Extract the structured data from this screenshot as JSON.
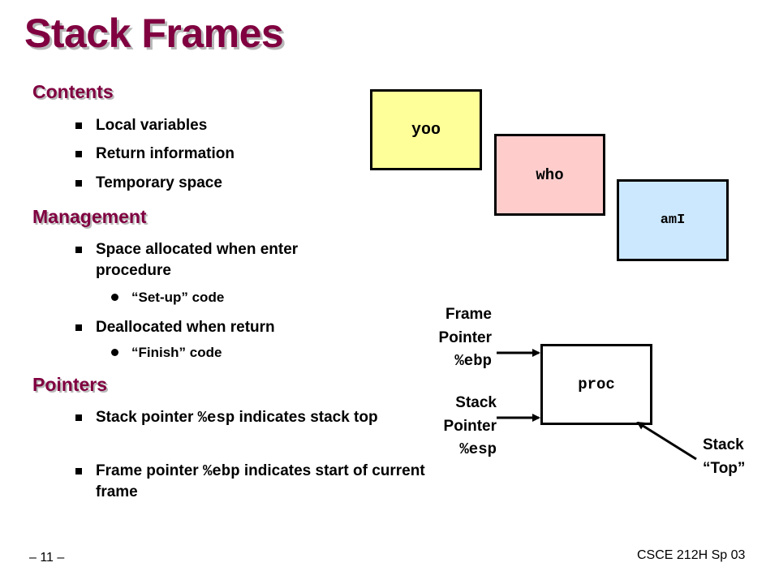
{
  "title": "Stack Frames",
  "sections": {
    "contents": {
      "heading": "Contents",
      "items": [
        "Local variables",
        "Return information",
        "Temporary space"
      ]
    },
    "management": {
      "heading": "Management",
      "item1": "Space allocated when enter procedure",
      "item1_sub": "“Set-up” code",
      "item2": "Deallocated when return",
      "item2_sub": "“Finish” code"
    },
    "pointers": {
      "heading": "Pointers",
      "item1_pre": "Stack pointer ",
      "item1_code": "%esp",
      "item1_post": " indicates stack top",
      "item2_pre": "Frame pointer ",
      "item2_code": "%ebp",
      "item2_post": " indicates start of current frame"
    }
  },
  "diagram": {
    "frames": [
      {
        "name": "yoo",
        "color": "#ffff99"
      },
      {
        "name": "who",
        "color": "#ffcccc"
      },
      {
        "name": "amI",
        "color": "#cce8ff"
      }
    ],
    "proc": {
      "name": "proc",
      "color": "#ffffff"
    },
    "frame_pointer": {
      "line1": "Frame",
      "line2": "Pointer",
      "reg": "%ebp"
    },
    "stack_pointer": {
      "line1": "Stack",
      "line2": "Pointer",
      "reg": "%esp"
    },
    "stack_top": {
      "line1": "Stack",
      "line2": "“Top”"
    }
  },
  "footer": {
    "page": "– 11 –",
    "course": "CSCE 212H Sp 03"
  }
}
